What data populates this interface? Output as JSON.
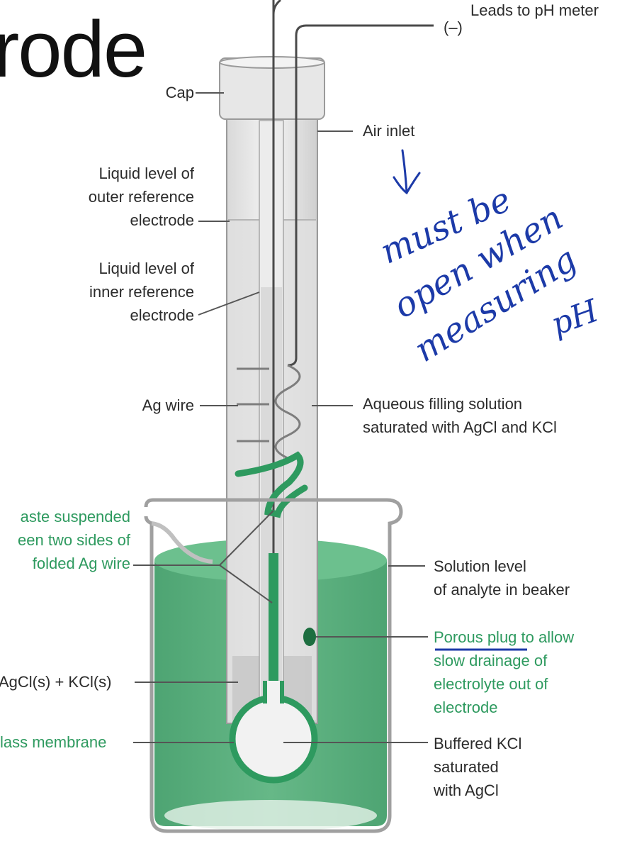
{
  "title_fragment": "rode",
  "labels": {
    "leads_top": "Leads to pH meter",
    "minus": "(–)",
    "cap": "Cap",
    "air_inlet": "Air inlet",
    "outer_ref": [
      "Liquid level of",
      "outer reference",
      "electrode"
    ],
    "inner_ref": [
      "Liquid level of",
      "inner reference",
      "electrode"
    ],
    "ag_wire": "Ag wire",
    "aqueous": [
      "Aqueous filling solution",
      "saturated with AgCl and KCl"
    ],
    "paste": [
      "aste suspended",
      "een two sides of",
      "folded Ag wire"
    ],
    "solution_level": [
      "Solution level",
      "of analyte in beaker"
    ],
    "porous_plug": [
      "Porous plug to allow",
      "slow drainage of",
      "electrolyte out of",
      "electrode"
    ],
    "agcl_kcl": "AgCl(s) + KCl(s)",
    "glass_membrane": "lass membrane",
    "buffered": [
      "Buffered KCl",
      "saturated",
      "with AgCl"
    ]
  },
  "handwriting": [
    "must be",
    "open when",
    "measuring",
    "pH"
  ],
  "colors": {
    "green": "#2e9a5f",
    "ink": "#1c3aa8",
    "glass": "#c8c8c8"
  }
}
